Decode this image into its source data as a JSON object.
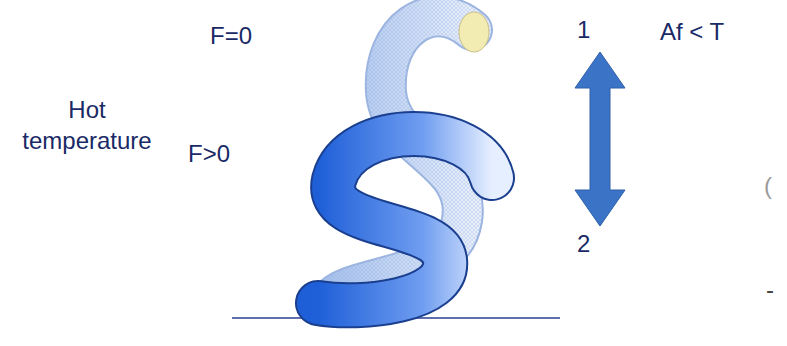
{
  "diagram": {
    "labels": [
      "F=0",
      "Hot temperature",
      "F>0",
      "1",
      "2",
      "Af < T",
      "(",
      "-"
    ]
  }
}
